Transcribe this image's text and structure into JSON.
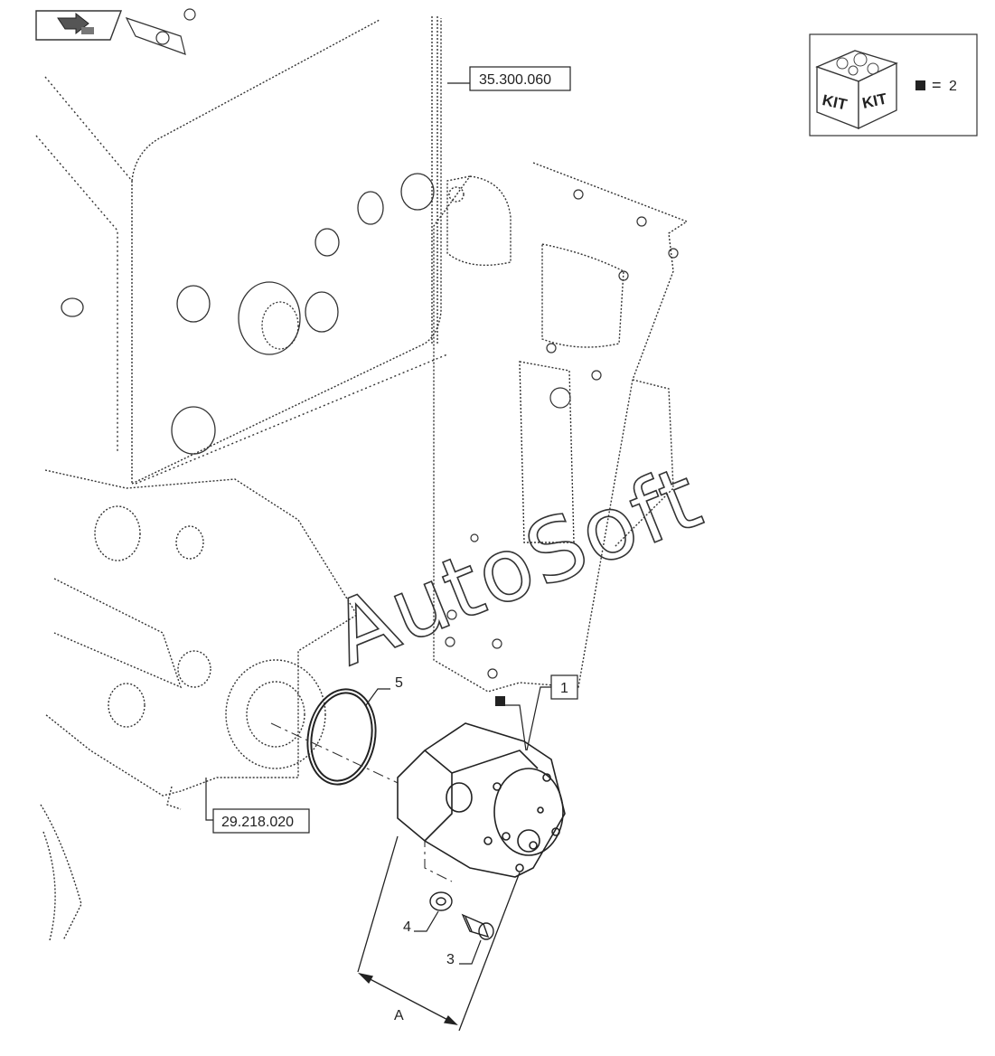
{
  "nav": {
    "icon": "back-arrow-icon"
  },
  "kit_box": {
    "icon": "kit-box-icon",
    "kit_text": "KIT",
    "equals": "=",
    "quantity": "2"
  },
  "references": {
    "top": "35.300.060",
    "bottom": "29.218.020"
  },
  "callouts": {
    "item1": "1",
    "item3": "3",
    "item4": "4",
    "item5": "5"
  },
  "dimension": {
    "label": "A"
  },
  "watermark": "AutoSoft"
}
